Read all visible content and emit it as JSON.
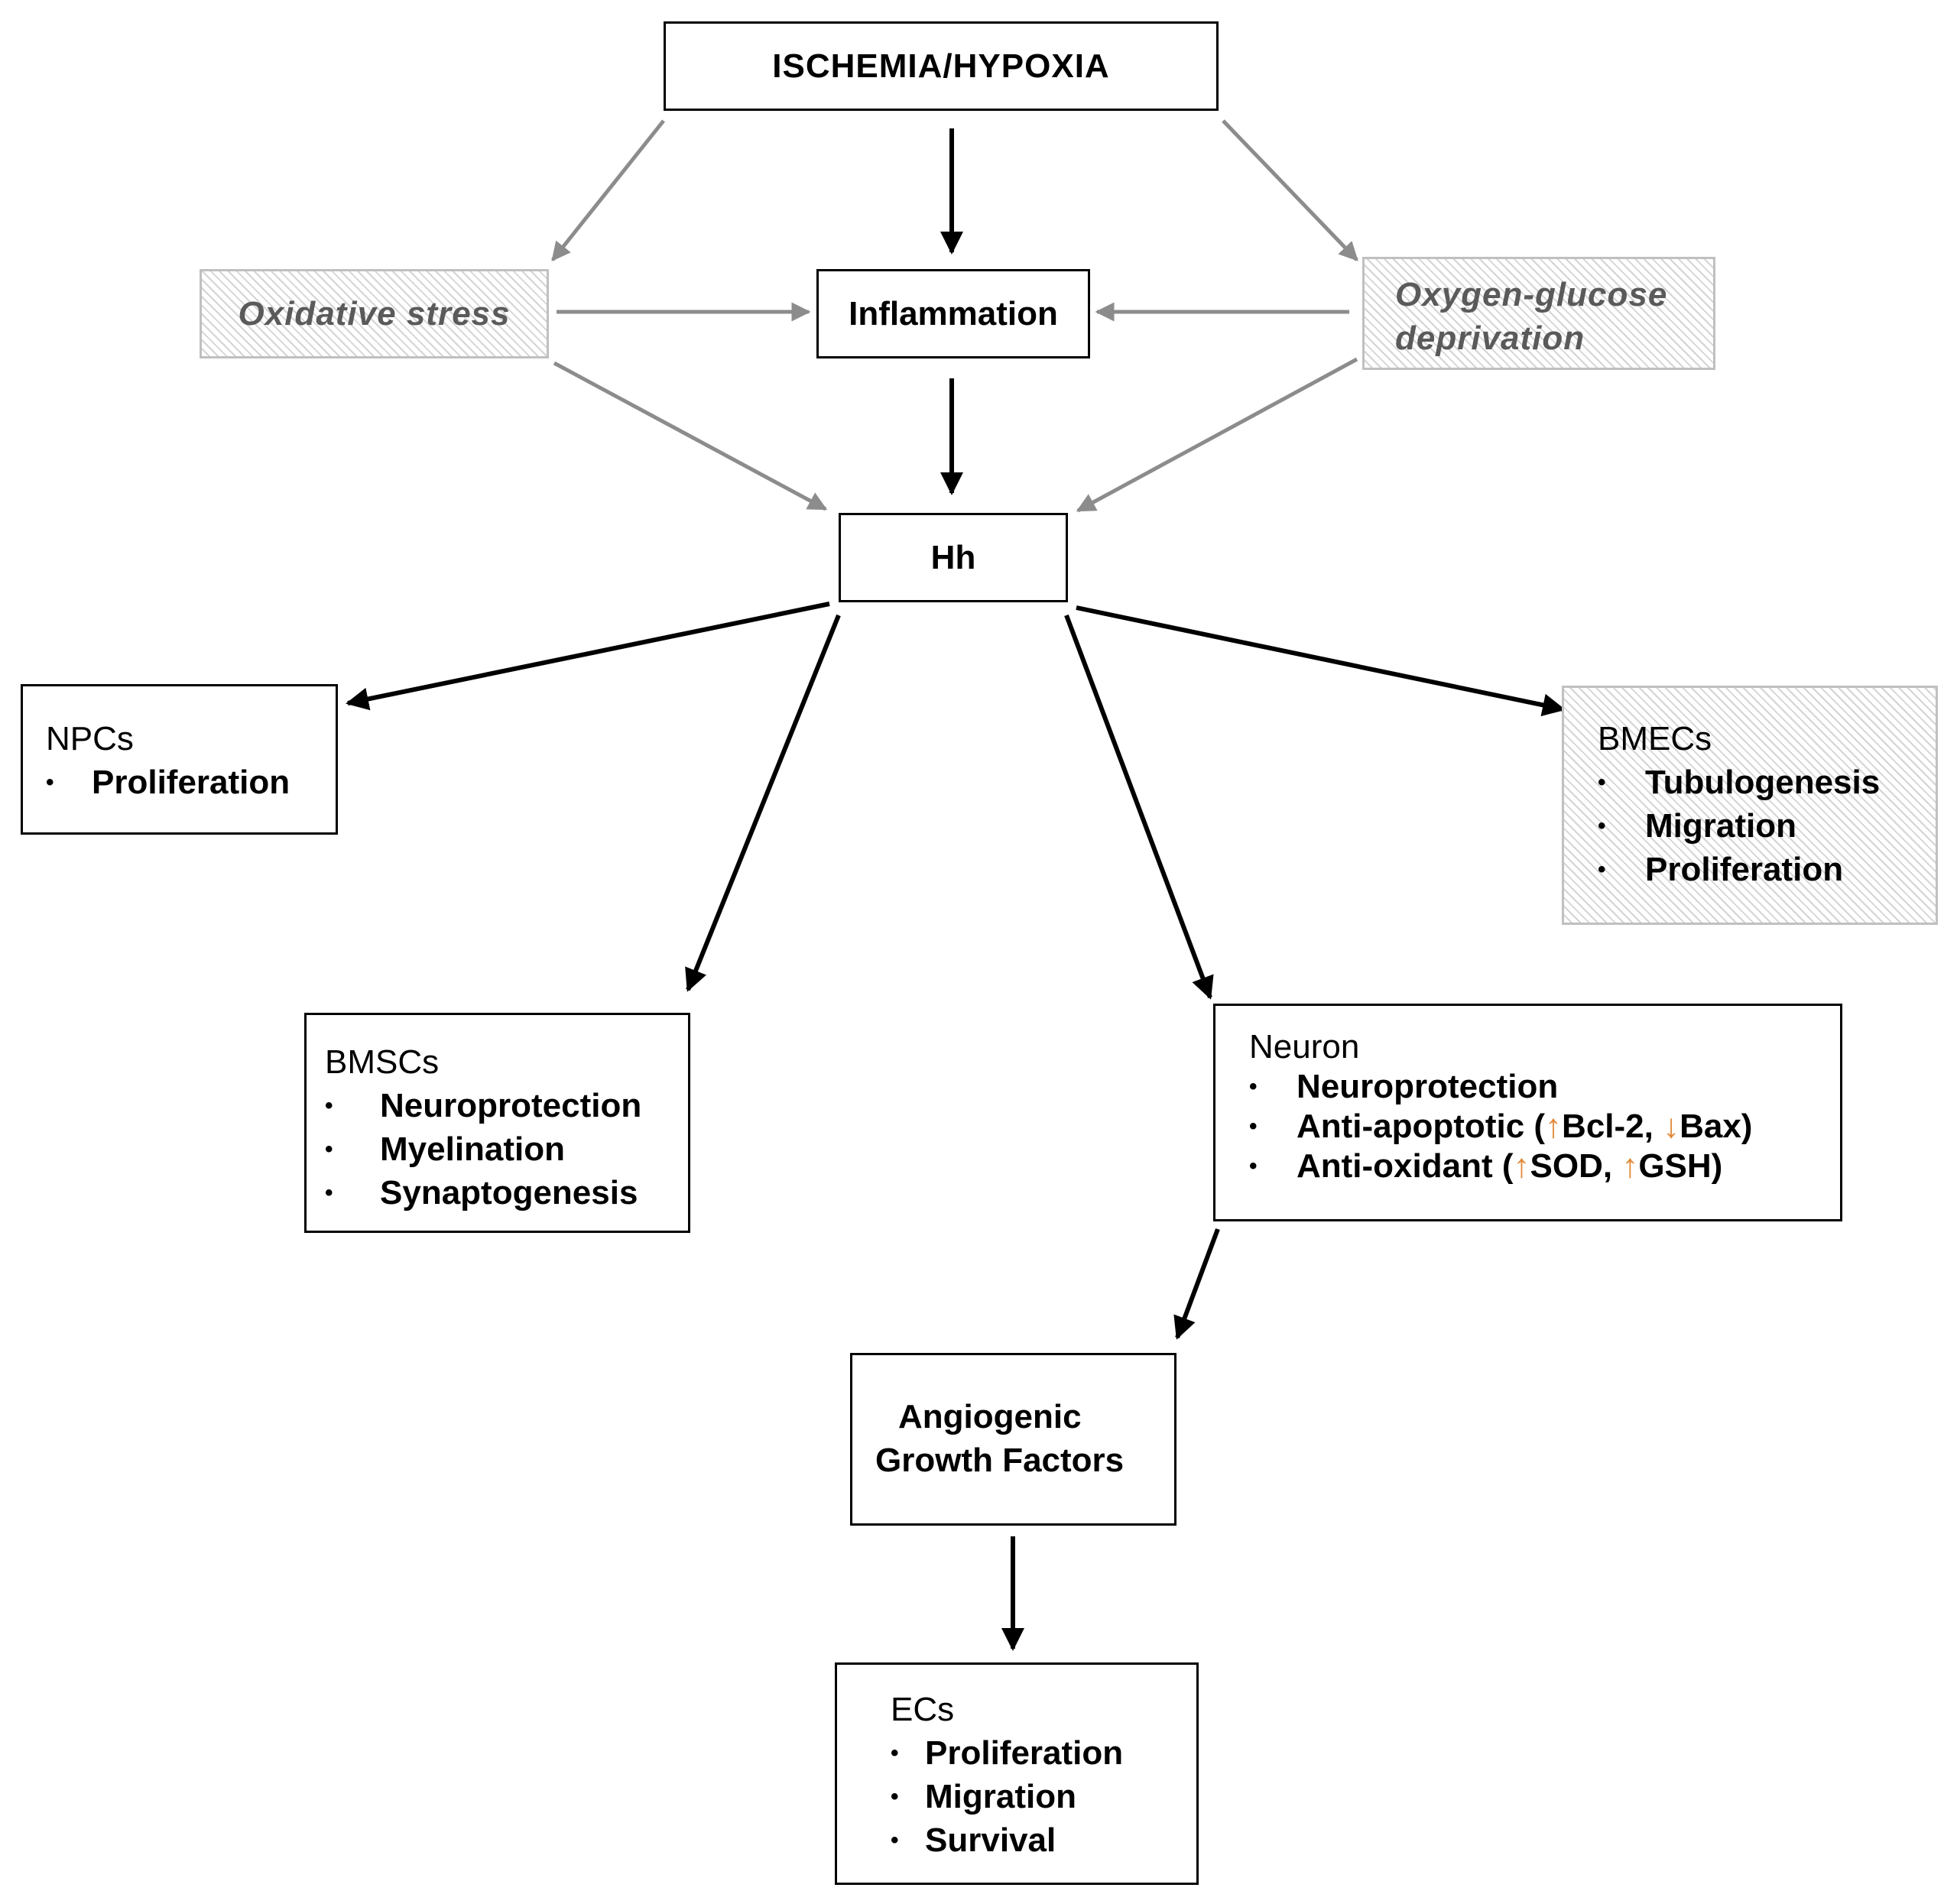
{
  "nodes": {
    "ischemia": {
      "label": "ISCHEMIA/HYPOXIA"
    },
    "oxidative": {
      "label": "Oxidative stress"
    },
    "inflammation": {
      "label": "Inflammation"
    },
    "ogd": {
      "line1": "Oxygen-glucose",
      "line2": "deprivation"
    },
    "hh": {
      "label": "Hh"
    },
    "npcs": {
      "title": "NPCs",
      "items": [
        "Proliferation"
      ]
    },
    "bmecs": {
      "title": "BMECs",
      "items": [
        "Tubulogenesis",
        "Migration",
        "Proliferation"
      ]
    },
    "bmscs": {
      "title": "BMSCs",
      "items": [
        "Neuroprotection",
        "Myelination",
        "Synaptogenesis"
      ]
    },
    "neuron": {
      "title": "Neuron",
      "item1": "Neuroprotection",
      "item2_pre": "Anti-apoptotic (",
      "item2_up_sym": "↑",
      "item2_mid1": "Bcl-2, ",
      "item2_down_sym": "↓",
      "item2_post": "Bax)",
      "item3_pre": "Anti-oxidant (",
      "item3_up_sym1": "↑",
      "item3_mid": "SOD, ",
      "item3_up_sym2": "↑",
      "item3_post": "GSH)"
    },
    "angiogenic": {
      "line1": "Angiogenic",
      "line2": "Growth Factors"
    },
    "ecs": {
      "title": "ECs",
      "items": [
        "Proliferation",
        "Migration",
        "Survival"
      ]
    }
  },
  "bullet_char": "•",
  "colors": {
    "black_arrow": "#000000",
    "gray_arrow": "#8c8c8c",
    "hatched_border": "#c0c0c0",
    "change_arrow": "#e38a3b"
  }
}
